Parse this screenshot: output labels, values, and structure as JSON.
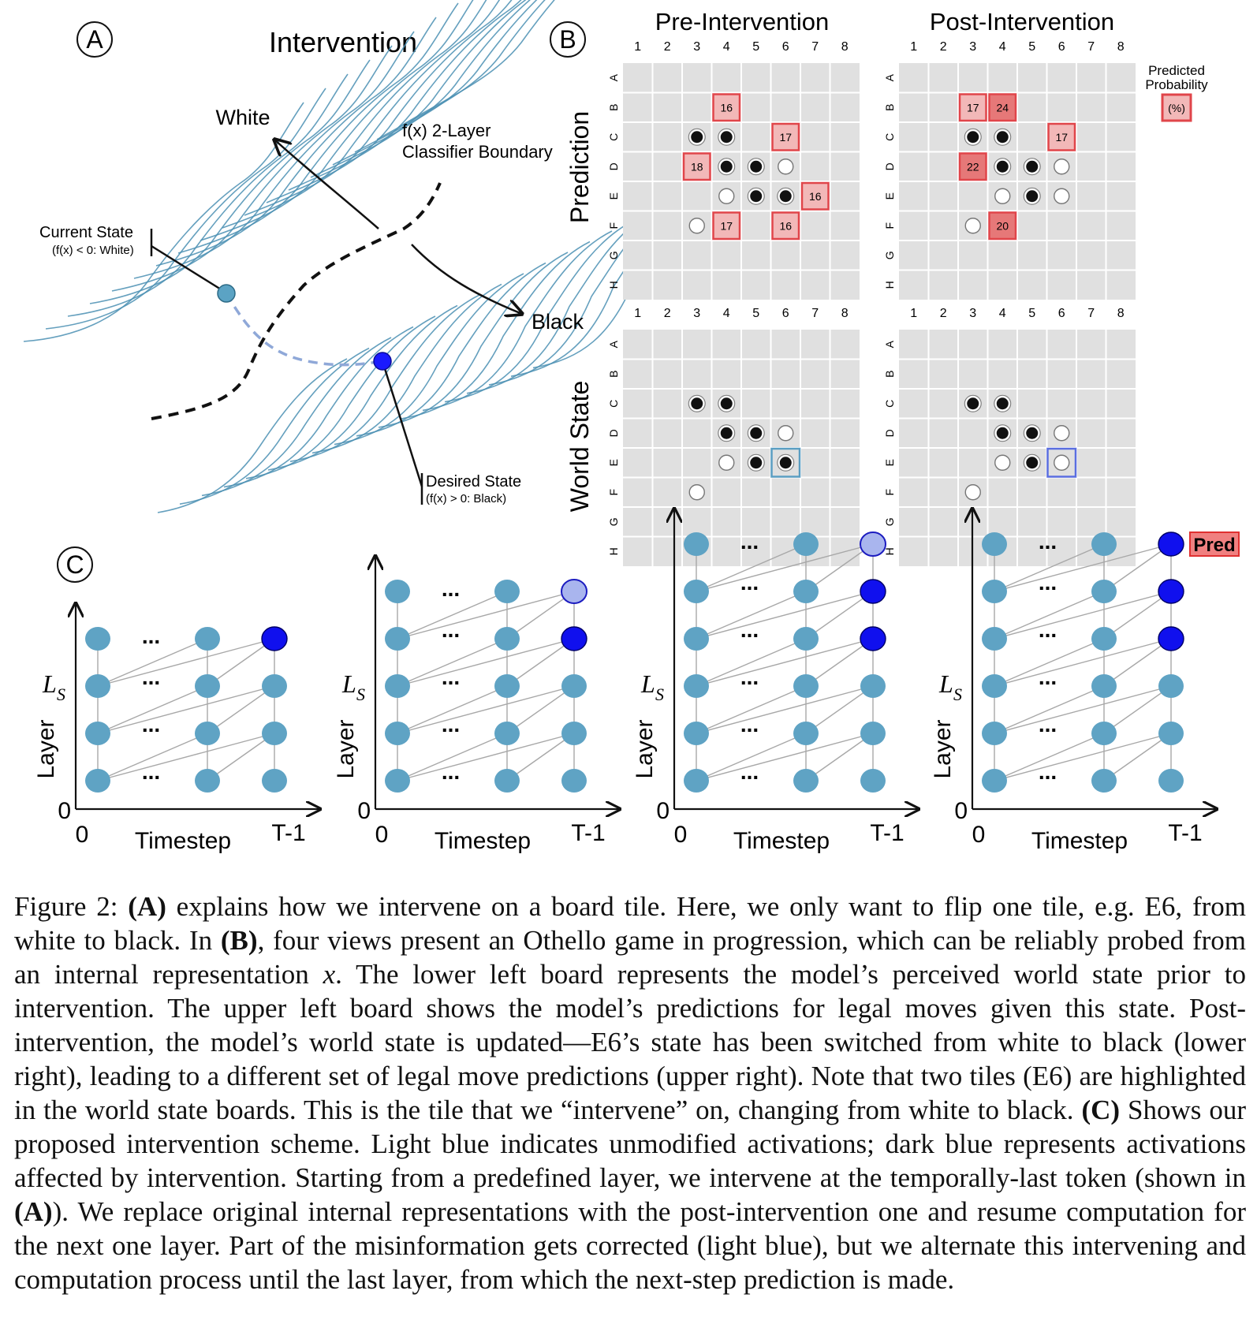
{
  "panel_a": {
    "label": "A",
    "title": "Intervention",
    "white": "White",
    "black": "Black",
    "boundary_line1": "f(x) 2-Layer",
    "boundary_line2": "Classifier Boundary",
    "current_state": "Current State",
    "current_cond": "(f(x) < 0: White)",
    "desired_state": "Desired State",
    "desired_cond": "(f(x) > 0: Black)",
    "colors": {
      "contour": "#4a8fb3",
      "current": "#5ba3c4",
      "desired": "#1a1aff",
      "path": "#8fa8d8"
    }
  },
  "panel_b": {
    "label": "B",
    "pre_title": "Pre-Intervention",
    "post_title": "Post-Intervention",
    "row_label_prediction": "Prediction",
    "row_label_world": "World State",
    "columns": [
      "1",
      "2",
      "3",
      "4",
      "5",
      "6",
      "7",
      "8"
    ],
    "rows": [
      "A",
      "B",
      "C",
      "D",
      "E",
      "F",
      "G",
      "H"
    ],
    "legend_title_1": "Predicted",
    "legend_title_2": "Probability",
    "legend_unit": "(%)",
    "boards": {
      "pred_pre": {
        "pieces": [
          [
            "C",
            3,
            "b"
          ],
          [
            "C",
            4,
            "b"
          ],
          [
            "D",
            4,
            "b"
          ],
          [
            "D",
            5,
            "b"
          ],
          [
            "D",
            6,
            "w"
          ],
          [
            "E",
            4,
            "w"
          ],
          [
            "E",
            5,
            "b"
          ],
          [
            "E",
            6,
            "b"
          ],
          [
            "F",
            3,
            "w"
          ]
        ],
        "probs": [
          [
            "B",
            4,
            "16"
          ],
          [
            "C",
            6,
            "17"
          ],
          [
            "D",
            3,
            "18"
          ],
          [
            "E",
            7,
            "16"
          ],
          [
            "F",
            4,
            "17"
          ],
          [
            "F",
            6,
            "16"
          ]
        ]
      },
      "pred_post": {
        "pieces": [
          [
            "C",
            3,
            "b"
          ],
          [
            "C",
            4,
            "b"
          ],
          [
            "D",
            4,
            "b"
          ],
          [
            "D",
            5,
            "b"
          ],
          [
            "D",
            6,
            "w"
          ],
          [
            "E",
            4,
            "w"
          ],
          [
            "E",
            5,
            "b"
          ],
          [
            "E",
            6,
            "w"
          ],
          [
            "F",
            3,
            "w"
          ]
        ],
        "probs": [
          [
            "B",
            3,
            "17"
          ],
          [
            "B",
            4,
            "24"
          ],
          [
            "C",
            6,
            "17"
          ],
          [
            "D",
            3,
            "22"
          ],
          [
            "F",
            4,
            "20"
          ]
        ]
      },
      "world_pre": {
        "pieces": [
          [
            "C",
            3,
            "b"
          ],
          [
            "C",
            4,
            "b"
          ],
          [
            "D",
            4,
            "b"
          ],
          [
            "D",
            5,
            "b"
          ],
          [
            "D",
            6,
            "w"
          ],
          [
            "E",
            4,
            "w"
          ],
          [
            "E",
            5,
            "b"
          ],
          [
            "E",
            6,
            "b"
          ],
          [
            "F",
            3,
            "w"
          ]
        ],
        "highlight": [
          "E",
          6
        ]
      },
      "world_post": {
        "pieces": [
          [
            "C",
            3,
            "b"
          ],
          [
            "C",
            4,
            "b"
          ],
          [
            "D",
            4,
            "b"
          ],
          [
            "D",
            5,
            "b"
          ],
          [
            "D",
            6,
            "w"
          ],
          [
            "E",
            4,
            "w"
          ],
          [
            "E",
            5,
            "b"
          ],
          [
            "E",
            6,
            "w"
          ],
          [
            "F",
            3,
            "w"
          ]
        ],
        "highlight": [
          "E",
          6
        ]
      }
    },
    "colors": {
      "board": "#e0e0e0",
      "grid": "#ffffff",
      "prob_border": "#e0454a",
      "prob_fill_light": "#f2b8b8",
      "prob_fill_dark": "#e67878",
      "highlight_pre": "#5a9ec2",
      "highlight_post": "#5a6ee0"
    }
  },
  "panel_c": {
    "label": "C",
    "layer_label": "Layer",
    "ls_label": "L",
    "ls_sub": "S",
    "zero": "0",
    "x_zero": "0",
    "x_end": "T-1",
    "xlabel": "Timestep",
    "ellipsis": "...",
    "pred": "Pred",
    "colors": {
      "node": "#5fa3c4",
      "dark": "#1010ee",
      "pale": "#a9b5ee",
      "edge": "#a8a8a8",
      "pred_fill": "#f08080",
      "pred_border": "#e03030"
    },
    "states": [
      {
        "last_col": [
          "n",
          "n",
          "n",
          "d"
        ]
      },
      {
        "last_col": [
          "n",
          "n",
          "n",
          "d",
          "p"
        ]
      },
      {
        "last_col": [
          "n",
          "n",
          "n",
          "d",
          "d",
          "p"
        ]
      },
      {
        "last_col": [
          "n",
          "n",
          "n",
          "d",
          "d",
          "d"
        ]
      }
    ]
  },
  "caption": {
    "fig": "Figure 2: ",
    "a1": "(A)",
    "t1": " explains how we intervene on a board tile. Here, we only want to flip one tile, e.g. E6, from white to black. In ",
    "b1": "(B)",
    "t2": ", four views present an Othello game in progression, which can be reliably probed from an internal representation ",
    "x": "x",
    "t3": ". The lower left board represents the model’s perceived world state prior to intervention. The upper left board shows the model’s predictions for legal moves given this state. Post-intervention, the model’s world state is updated—E6’s state has been switched from white to black (lower right), leading to a different set of legal move predictions (upper right). Note that two tiles (E6) are highlighted in the world state boards. This is the tile that we “intervene” on, changing from white to black. ",
    "c1": "(C)",
    "t4": " Shows our proposed intervention scheme. Light blue indicates unmodified activations; dark blue represents activations affected by intervention. Starting from a predefined layer, we intervene at the temporally-last token (shown in ",
    "a2": "(A)",
    "t5": "). We replace original internal representations with the post-intervention one and resume computation for the next one layer. Part of the misinformation gets corrected (light blue), but we alternate this intervening and computation process until the last layer, from which the next-step prediction is made."
  }
}
